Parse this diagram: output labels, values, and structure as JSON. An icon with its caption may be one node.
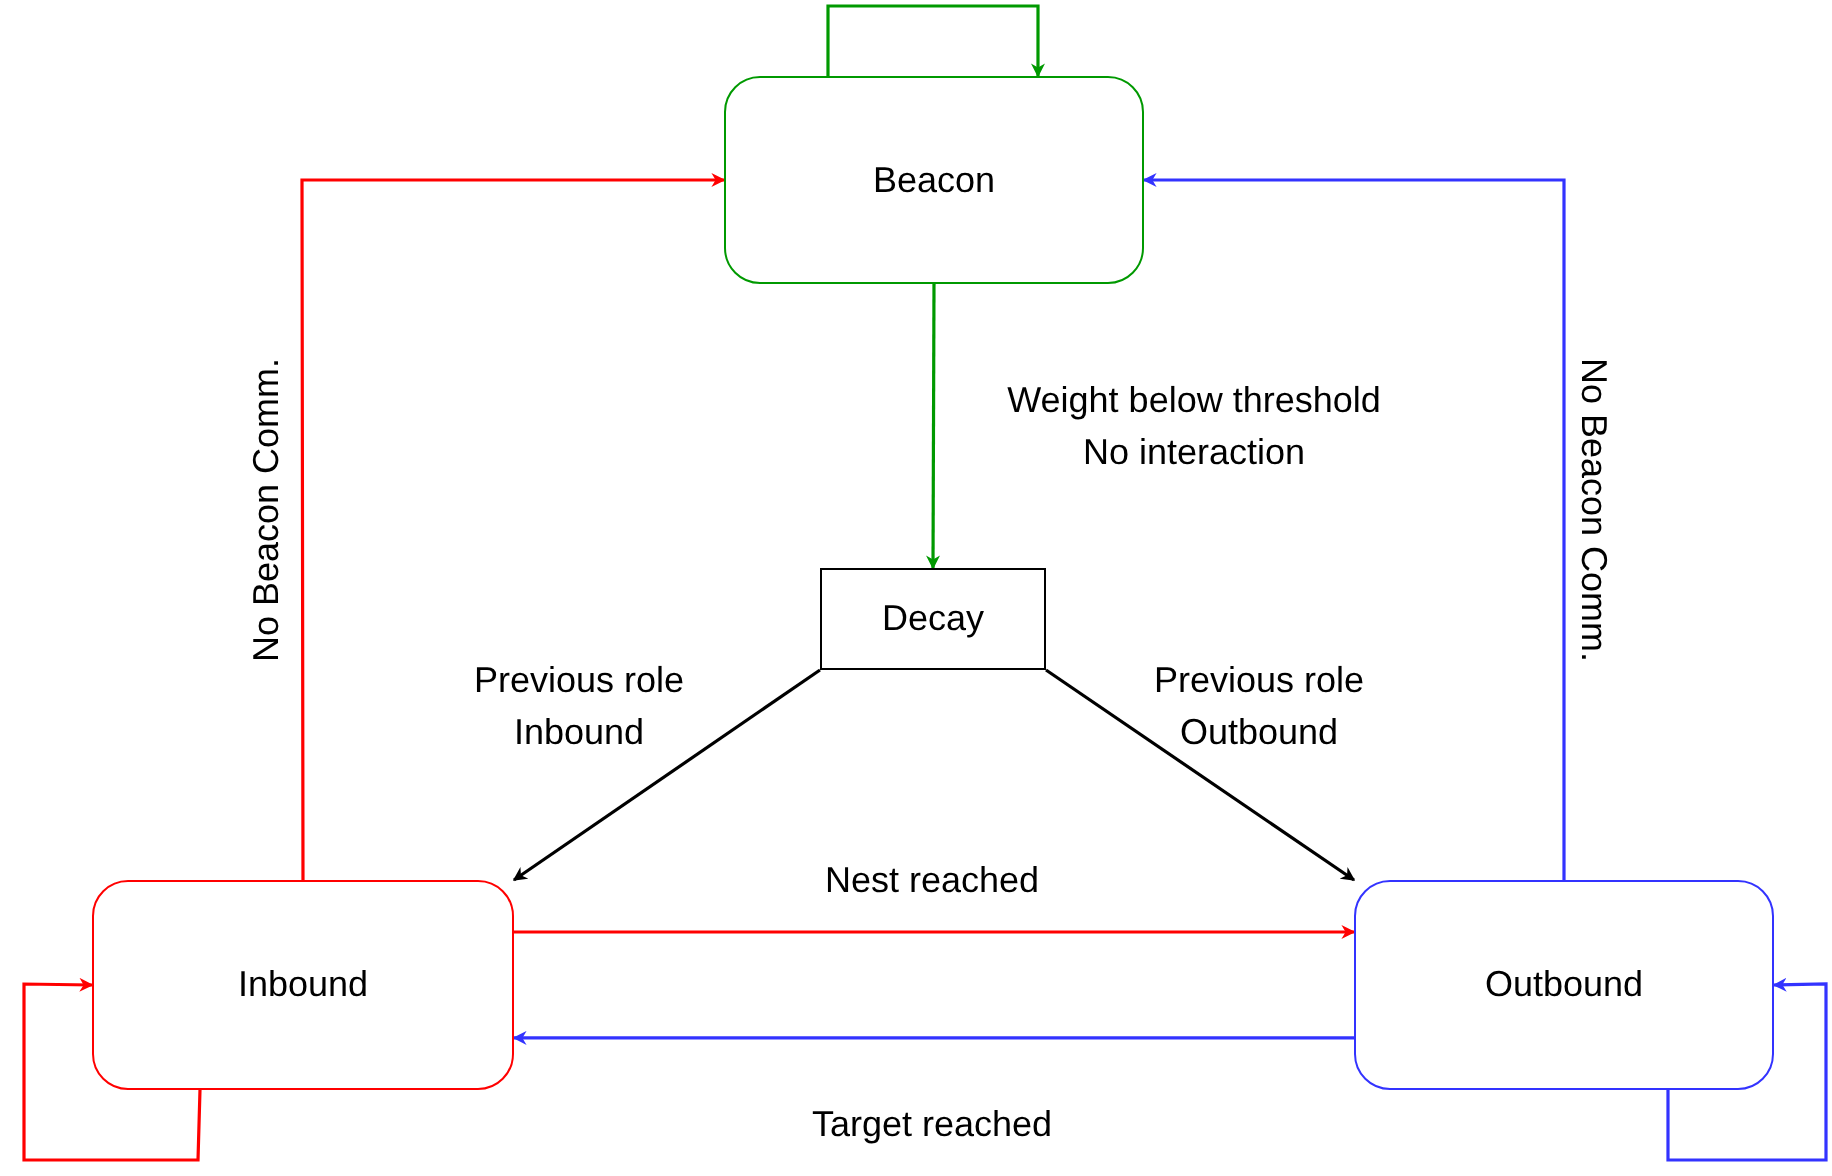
{
  "diagram": {
    "nodes": [
      {
        "text": [
          "Beacon"
        ]
      },
      {
        "text": [
          "Decay"
        ]
      },
      {
        "text": [
          "Inbound"
        ]
      },
      {
        "text": [
          "Outbound"
        ]
      }
    ],
    "edges": [
      {
        "from": 0,
        "to": 0,
        "arrow": "to",
        "color": "#009900"
      },
      {
        "from": 0,
        "to": 1,
        "arrow": "to",
        "label": "Weight below threshold No interaction",
        "color": "#009900"
      },
      {
        "from": 1,
        "to": 2,
        "arrow": "to",
        "label": "Previous role Inbound",
        "color": "#000000"
      },
      {
        "from": 1,
        "to": 3,
        "arrow": "to",
        "label": "Previous role Outbound",
        "color": "#000000"
      },
      {
        "from": 2,
        "to": 3,
        "arrow": "to",
        "label": "Nest reached",
        "color": "#ff0000"
      },
      {
        "from": 3,
        "to": 2,
        "arrow": "to",
        "label": "Target reached",
        "color": "#3333ff"
      },
      {
        "from": 2,
        "to": 0,
        "arrow": "to",
        "label": "No Beacon Comm.",
        "color": "#ff0000"
      },
      {
        "from": 3,
        "to": 0,
        "arrow": "to",
        "label": "No Beacon Comm.",
        "color": "#3333ff"
      },
      {
        "from": 2,
        "to": 2,
        "arrow": "to",
        "color": "#ff0000"
      },
      {
        "from": 3,
        "to": 3,
        "arrow": "to",
        "color": "#3333ff"
      }
    ]
  }
}
